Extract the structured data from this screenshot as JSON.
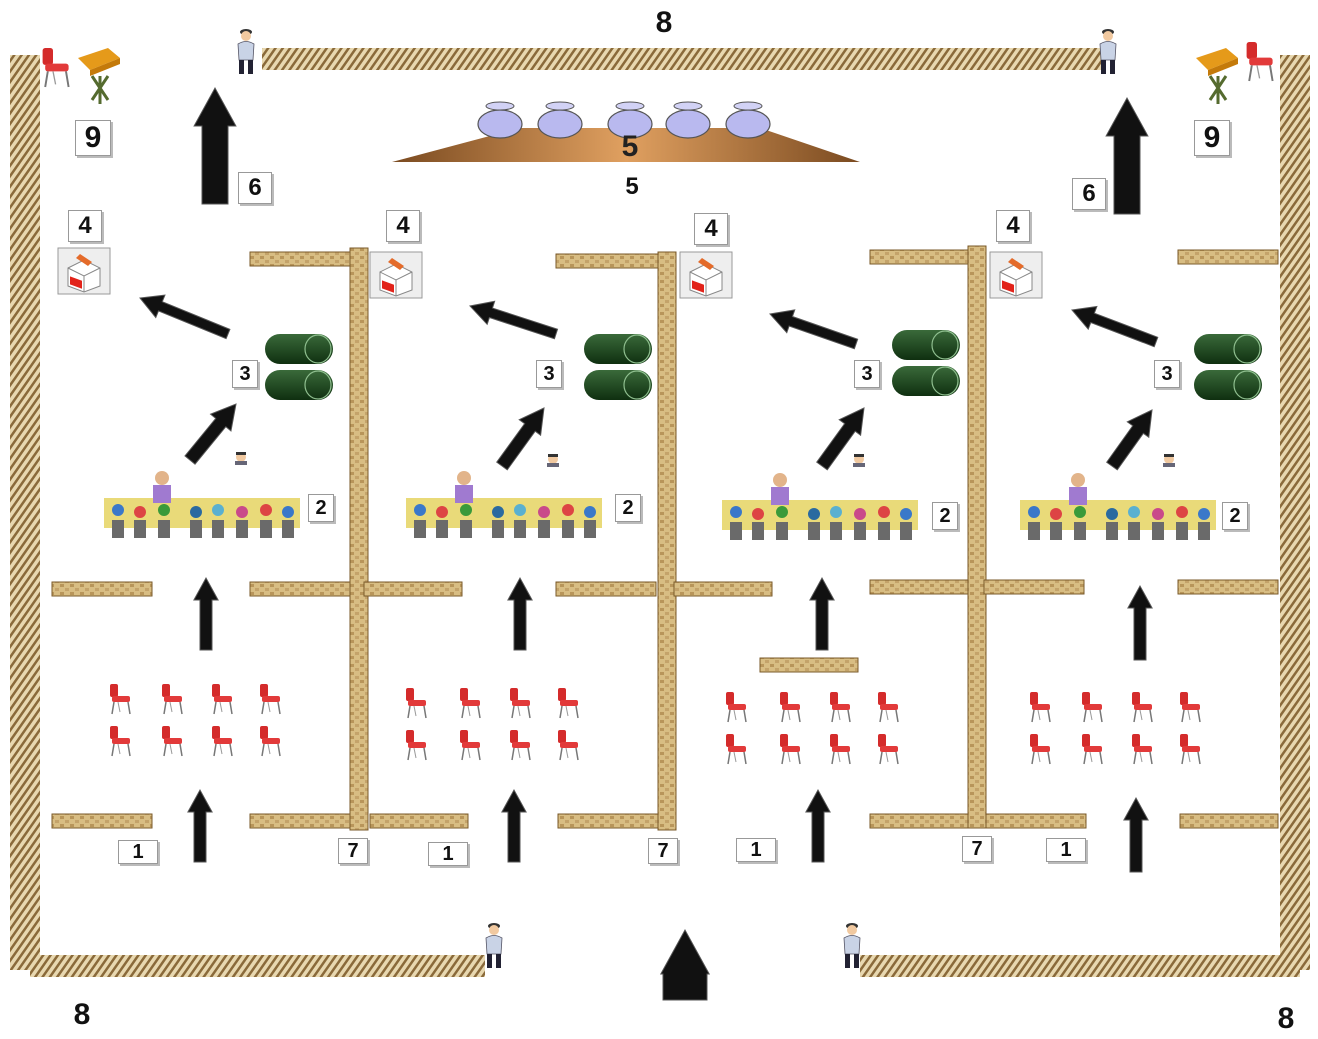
{
  "labels": {
    "entrance": "1",
    "registration": "2",
    "booth": "3",
    "ballot_box": "4",
    "counting_table": "5",
    "exit": "6",
    "partition": "7",
    "fence": "8",
    "witness_table": "9"
  },
  "colors": {
    "fence": "#c9a86a",
    "partition": "#d2b57a",
    "chair": "#d42b2b",
    "booth": "#1f4d1f",
    "arrow": "#111111",
    "stage": "#9a6a3a",
    "ballot_box_accent": "#e2231a"
  },
  "icons": [
    "guard-icon",
    "chair-icon",
    "voting-booth-icon",
    "ballot-box-icon",
    "table-icon",
    "arrow-icon",
    "officer-icon"
  ]
}
